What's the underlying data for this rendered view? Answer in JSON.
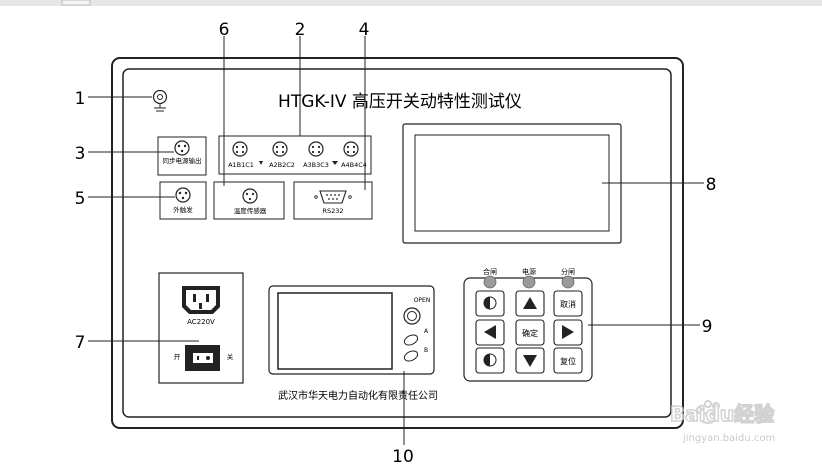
{
  "title": "HTGK-IV  高压开关动特性测试仪",
  "company": "武汉市华天电力自动化有限责任公司",
  "callouts": [
    "1",
    "2",
    "3",
    "4",
    "5",
    "6",
    "7",
    "8",
    "9",
    "10"
  ],
  "connectors_left": {
    "c3_label": "同步电源输出",
    "c5_label": "外触发",
    "c6_label": "温度传感器"
  },
  "connectors_top": [
    "A1B1C1",
    "A2B2C2",
    "A3B3C3",
    "A4B4C4"
  ],
  "rs232_label": "RS232",
  "power": {
    "rating": "AC220V",
    "on": "开",
    "off": "关"
  },
  "screen_panel": {
    "open": "OPEN",
    "a": "A",
    "b": "B"
  },
  "keypad": {
    "indicators": [
      "合闸",
      "电源",
      "分闸"
    ],
    "cancel": "取消",
    "confirm": "确定",
    "reset": "复位"
  },
  "watermark": {
    "brand": "Baidu经验",
    "url": "jingyan.baidu.com"
  },
  "colors": {
    "line": "#222222",
    "led": "#9a9a9a",
    "panel_bg": "#ffffff",
    "watermark": "#c8c8c8"
  }
}
